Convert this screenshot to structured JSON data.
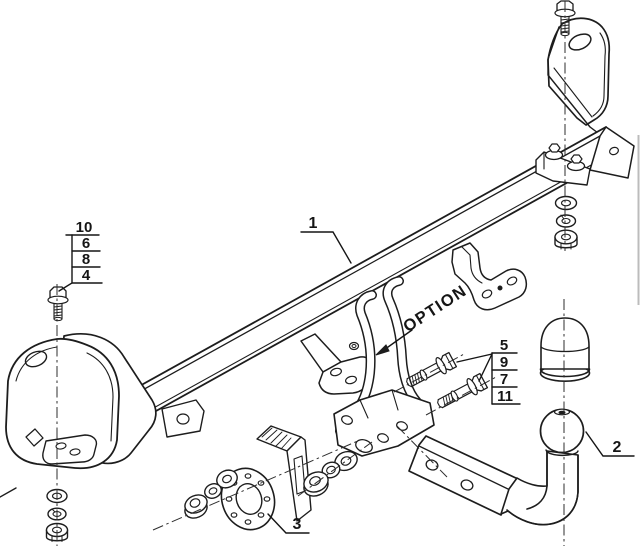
{
  "diagram": {
    "background_color": "#ffffff",
    "line_color": "#1d1d1d",
    "option_label": "OPTION",
    "callout_1": "1",
    "callout_2": "2",
    "callout_3": "3",
    "parts_list_left": [
      "10",
      "6",
      "8",
      "4"
    ],
    "parts_list_right": [
      "5",
      "9",
      "7",
      "11"
    ]
  }
}
